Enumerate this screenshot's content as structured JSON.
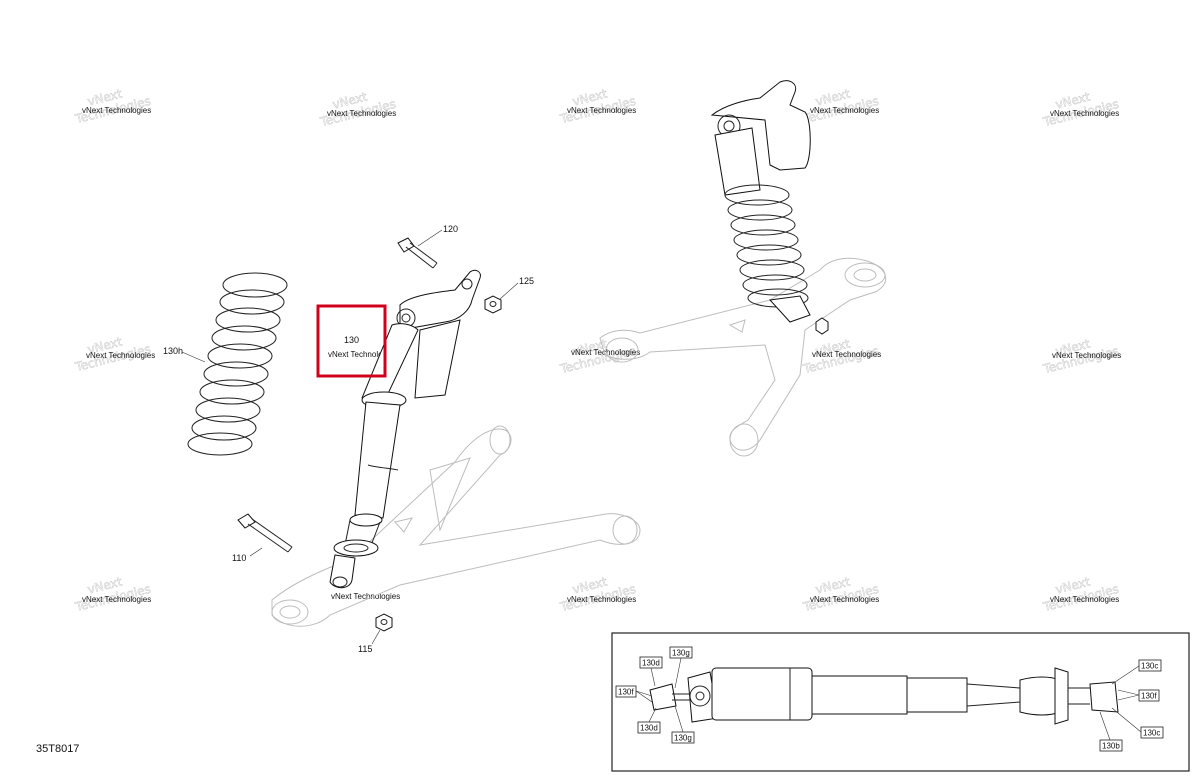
{
  "diagram_code": "35T8017",
  "watermark": {
    "line1": "vNext",
    "line2": "Technologies",
    "full": "vNext Technologies"
  },
  "callouts": {
    "p110": "110",
    "p115": "115",
    "p120": "120",
    "p125": "125",
    "p130": "130",
    "p130h": "130h"
  },
  "inset": {
    "labels": {
      "a130d_top": "130d",
      "a130g_top": "130g",
      "a130f_left": "130f",
      "a130d_bot": "130d",
      "a130g_bot": "130g",
      "a130c_top": "130c",
      "a130f_right": "130f",
      "a130c_bot": "130c",
      "a130b": "130b"
    }
  },
  "highlight": {
    "color": "#d0021b",
    "target": "130"
  }
}
